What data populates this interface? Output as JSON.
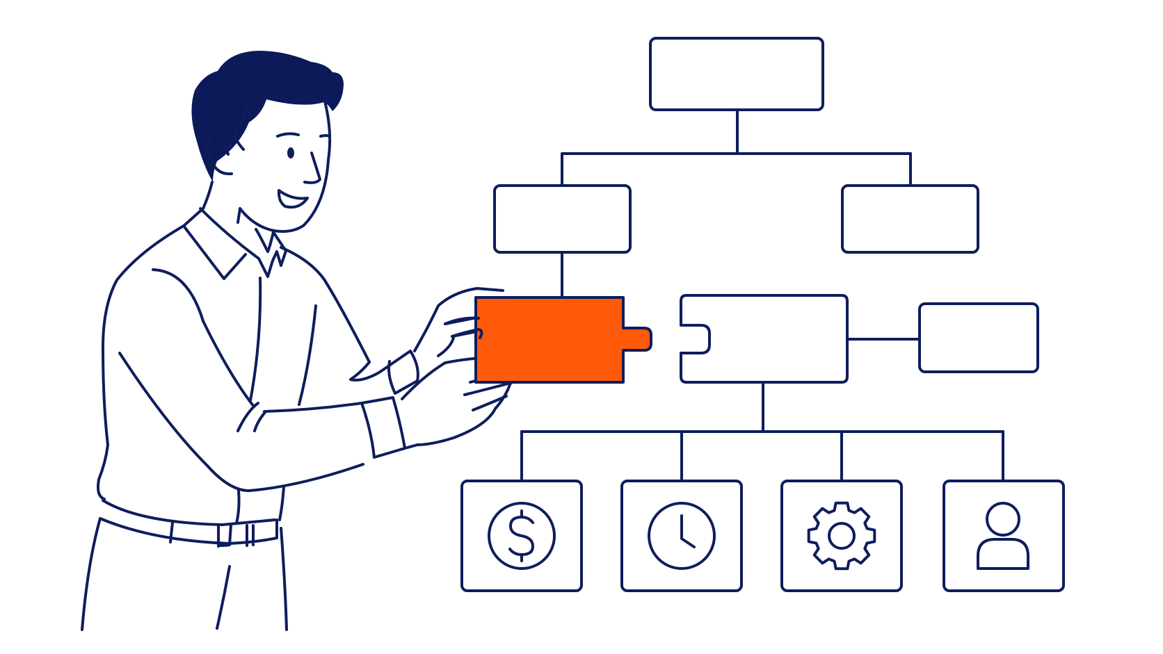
{
  "colors": {
    "line": "#0e1d5c",
    "hair": "#0c1a5a",
    "accent": "#ff5a0a",
    "background": "#ffffff",
    "box_fill": "#ffffff"
  },
  "org_chart": {
    "nodes": [
      {
        "id": "root",
        "level": 0,
        "icon": null,
        "highlight": false
      },
      {
        "id": "left-child",
        "level": 1,
        "icon": null,
        "highlight": false
      },
      {
        "id": "right-child",
        "level": 1,
        "icon": null,
        "highlight": false
      },
      {
        "id": "puzzle-piece",
        "level": 2,
        "icon": null,
        "highlight": true
      },
      {
        "id": "puzzle-socket",
        "level": 2,
        "icon": null,
        "highlight": false
      },
      {
        "id": "side-node",
        "level": 2,
        "icon": null,
        "highlight": false
      },
      {
        "id": "leaf-finance",
        "level": 3,
        "icon": "dollar-icon",
        "highlight": false
      },
      {
        "id": "leaf-time",
        "level": 3,
        "icon": "clock-icon",
        "highlight": false
      },
      {
        "id": "leaf-settings",
        "level": 3,
        "icon": "gear-icon",
        "highlight": false
      },
      {
        "id": "leaf-user",
        "level": 3,
        "icon": "user-icon",
        "highlight": false
      }
    ]
  },
  "figure": {
    "icon": "man-holding-puzzle-piece"
  }
}
